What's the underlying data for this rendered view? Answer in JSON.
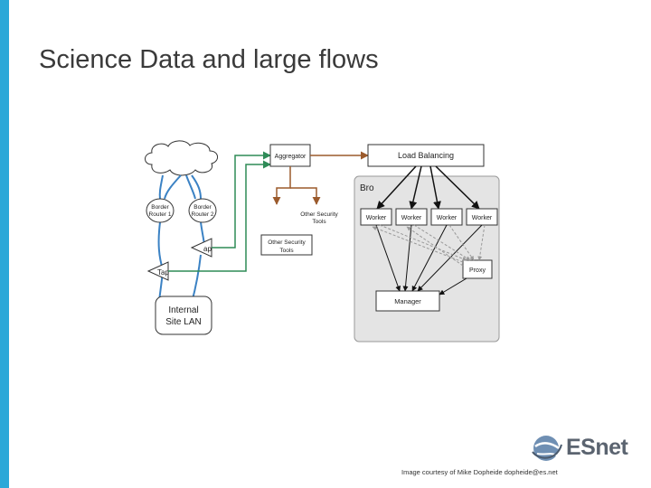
{
  "slide": {
    "title": "Science Data and large flows",
    "credit": "Image courtesy of Mike Dopheide dopheide@es.net"
  },
  "logo": {
    "text": "ESnet",
    "icon": "globe-icon"
  },
  "diagram": {
    "nodes": {
      "border_router_1": "Border Router 1",
      "border_router_2": "Border Router 2",
      "aggregator": "Aggregator",
      "load_balancing": "Load Balancing",
      "bro": "Bro",
      "other_security_tools_a": "Other Security Tools",
      "other_security_tools_b": "Other Security Tools",
      "tap": "Tap",
      "tap_partial": "ap",
      "internal_site_lan": "Internal Site LAN",
      "workers": [
        "Worker",
        "Worker",
        "Worker",
        "Worker"
      ],
      "proxy": "Proxy",
      "manager": "Manager"
    },
    "colors": {
      "blue_link": "#3b82c4",
      "green_link": "#2e8b57",
      "brown_link": "#9b5a2c",
      "bro_cluster_bg": "#e4e4e4",
      "accent": "#2aa8d8"
    }
  }
}
